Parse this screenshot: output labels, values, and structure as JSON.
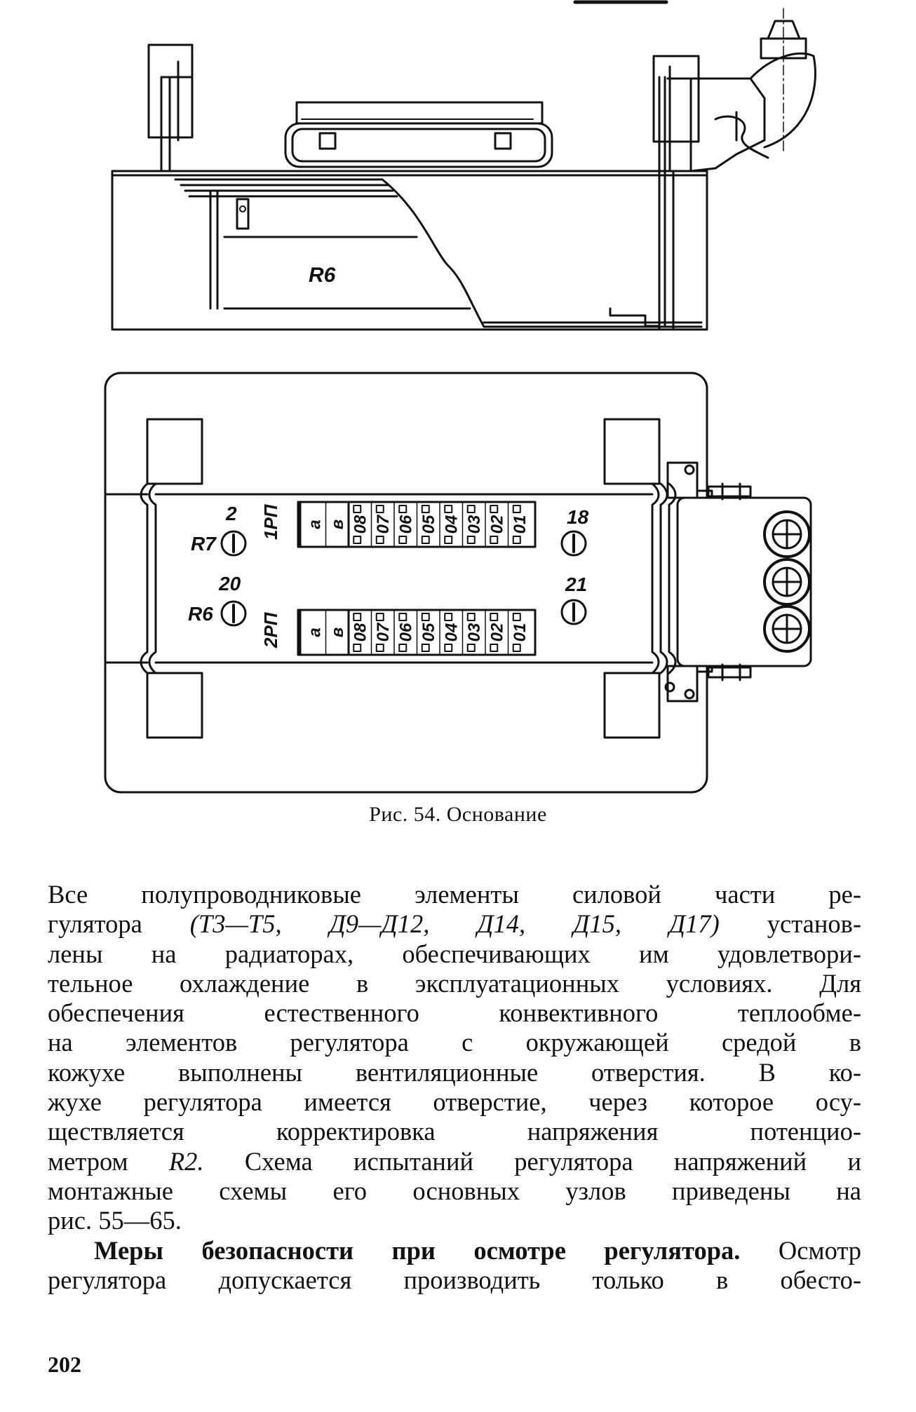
{
  "figure": {
    "caption": "Рис. 54. Основание",
    "side_view_label": "R6",
    "top_view": {
      "left_labels": [
        {
          "number": "2",
          "designator": "R7"
        },
        {
          "number": "20",
          "designator": "R6"
        }
      ],
      "right_labels": [
        {
          "number": "18"
        },
        {
          "number": "21"
        }
      ],
      "terminal_strips": [
        {
          "name": "1РП",
          "header": [
            "а",
            "в"
          ],
          "terminals": [
            "08",
            "07",
            "06",
            "05",
            "04",
            "03",
            "02",
            "01"
          ]
        },
        {
          "name": "2РП",
          "header": [
            "а",
            "в"
          ],
          "terminals": [
            "08",
            "07",
            "06",
            "05",
            "04",
            "03",
            "02",
            "01"
          ]
        }
      ]
    }
  },
  "body": {
    "lines": [
      {
        "segments": [
          {
            "text": "Все полупроводниковые элементы силовой части ре-",
            "style": "normal"
          }
        ]
      },
      {
        "segments": [
          {
            "text": "гулятора ",
            "style": "normal"
          },
          {
            "text": "(Т3—Т5, Д9—Д12, Д14, Д15, Д17)",
            "style": "italic"
          },
          {
            "text": " установ-",
            "style": "normal"
          }
        ]
      },
      {
        "segments": [
          {
            "text": "лены на радиаторах, обеспечивающих им удовлетвори-",
            "style": "normal"
          }
        ]
      },
      {
        "segments": [
          {
            "text": "тельное охлаждение в эксплуатационных условиях. Для",
            "style": "normal"
          }
        ]
      },
      {
        "segments": [
          {
            "text": "обеспечения естественного конвективного теплообме-",
            "style": "normal"
          }
        ]
      },
      {
        "segments": [
          {
            "text": "на элементов регулятора с окружающей средой в",
            "style": "normal"
          }
        ]
      },
      {
        "segments": [
          {
            "text": "кожухе выполнены вентиляционные отверстия. В ко-",
            "style": "normal"
          }
        ]
      },
      {
        "segments": [
          {
            "text": "жухе регулятора имеется отверстие, через которое осу-",
            "style": "normal"
          }
        ]
      },
      {
        "segments": [
          {
            "text": "ществляется корректировка напряжения потенцио-",
            "style": "normal"
          }
        ]
      },
      {
        "segments": [
          {
            "text": "метром ",
            "style": "normal"
          },
          {
            "text": "R2.",
            "style": "italic"
          },
          {
            "text": " Схема испытаний регулятора напряжений и",
            "style": "normal"
          }
        ]
      },
      {
        "segments": [
          {
            "text": "монтажные схемы его основных узлов приведены на",
            "style": "normal"
          }
        ]
      },
      {
        "segments": [
          {
            "text": "рис. 55—65.",
            "style": "normal"
          }
        ],
        "last": true
      },
      {
        "segments": [
          {
            "text": "Меры безопасности при осмотре регулятора.",
            "style": "bold"
          },
          {
            "text": " Осмотр",
            "style": "normal"
          }
        ],
        "indent": true
      },
      {
        "segments": [
          {
            "text": "регулятора допускается производить только в обесто-",
            "style": "normal"
          }
        ]
      }
    ]
  },
  "page_number": "202"
}
